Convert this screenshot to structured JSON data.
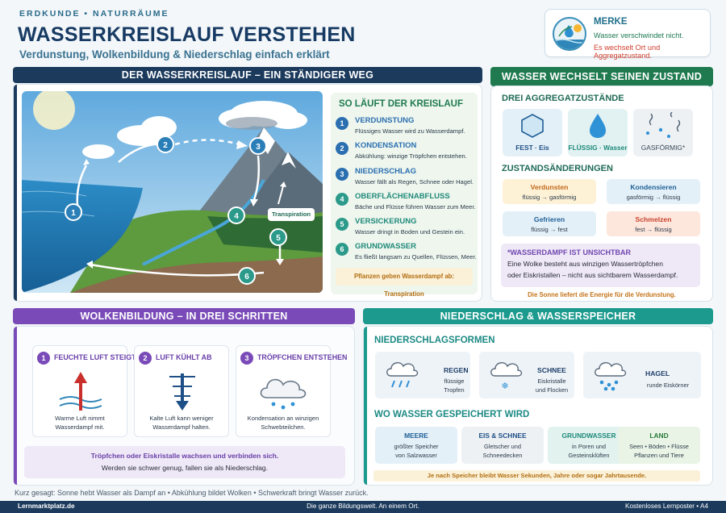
{
  "header": {
    "kicker": "ERDKUNDE • NATURRÄUME",
    "title": "WASSERKREISLAUF VERSTEHEN",
    "subtitle": "Verdunstung, Wolkenbildung & Niederschlag einfach erklärt"
  },
  "merke": {
    "title": "MERKE",
    "line1": "Wasser verschwindet nicht.",
    "line2": "Es wechselt Ort und Aggregatzustand.",
    "icon": "water-cycle-icon"
  },
  "colors": {
    "navy": "#1b3a5c",
    "green": "#1f7a4f",
    "purple": "#7a4bb8",
    "teal": "#1c9a8e"
  },
  "cycle": {
    "banner": "DER WASSERKREISLAUF – EIN STÄNDIGER WEG",
    "scene_label": "Transpiration",
    "steps_title": "SO LÄUFT DER KREISLAUF",
    "steps": [
      {
        "num": "1",
        "name": "VERDUNSTUNG",
        "desc": "Flüssiges Wasser wird zu Wasserdampf."
      },
      {
        "num": "2",
        "name": "KONDENSATION",
        "desc": "Abkühlung: winzige Tröpfchen entstehen."
      },
      {
        "num": "3",
        "name": "NIEDERSCHLAG",
        "desc": "Wasser fällt als Regen, Schnee oder Hagel."
      },
      {
        "num": "4",
        "name": "OBERFLÄCHENABFLUSS",
        "desc": "Bäche und Flüsse führen Wasser zum Meer."
      },
      {
        "num": "5",
        "name": "VERSICKERUNG",
        "desc": "Wasser dringt in Boden und Gestein ein."
      },
      {
        "num": "6",
        "name": "GRUNDWASSER",
        "desc": "Es fließt langsam zu Quellen, Flüssen, Meer."
      }
    ],
    "note": "Pflanzen geben Wasserdampf ab: Transpiration"
  },
  "states": {
    "banner": "WASSER WECHSELT SEINEN ZUSTAND",
    "heading": "DREI AGGREGATZUSTÄNDE",
    "cards": [
      {
        "label": "FEST · Eis"
      },
      {
        "label": "FLÜSSIG · Wasser"
      },
      {
        "label": "GASFÖRMIG*"
      }
    ],
    "changes_heading": "ZUSTANDSÄNDERUNGEN",
    "changes": [
      {
        "title": "Verdunsten",
        "sub": "flüssig → gasförmig"
      },
      {
        "title": "Kondensieren",
        "sub": "gasförmig → flüssig"
      },
      {
        "title": "Gefrieren",
        "sub": "flüssig → fest"
      },
      {
        "title": "Schmelzen",
        "sub": "fest → flüssig"
      }
    ],
    "wd_title": "*WASSERDAMPF IST UNSICHTBAR",
    "wd_line1": "Eine Wolke besteht aus winzigen Wassertröpfchen",
    "wd_line2": "oder Eiskristallen – nicht aus sichtbarem Wasserdampf.",
    "sun": "Die Sonne liefert die Energie für die Verdunstung."
  },
  "clouds": {
    "banner": "WOLKENBILDUNG – IN DREI SCHRITTEN",
    "steps": [
      {
        "num": "1",
        "title": "FEUCHTE LUFT STEIGT",
        "d1": "Warme Luft nimmt",
        "d2": "Wasserdampf mit."
      },
      {
        "num": "2",
        "title": "LUFT KÜHLT AB",
        "d1": "Kalte Luft kann weniger",
        "d2": "Wasserdampf halten."
      },
      {
        "num": "3",
        "title": "TRÖPFCHEN ENTSTEHEN",
        "d1": "Kondensation an winzigen",
        "d2": "Schwebteilchen."
      }
    ],
    "note1": "Tröpfchen oder Eiskristalle wachsen und verbinden sich.",
    "note2": "Werden sie schwer genug, fallen sie als Niederschlag.",
    "summary": "Kurz gesagt: Sonne hebt Wasser als Dampf an • Abkühlung bildet Wolken • Schwerkraft bringt Wasser zurück."
  },
  "precip": {
    "banner": "NIEDERSCHLAG & WASSERSPEICHER",
    "heading": "NIEDERSCHLAGSFORMEN",
    "forms": [
      {
        "name": "REGEN",
        "d1": "flüssige",
        "d2": "Tropfen"
      },
      {
        "name": "SCHNEE",
        "d1": "Eiskristalle",
        "d2": "und Flocken"
      },
      {
        "name": "HAGEL",
        "d1": "runde Eiskörner",
        "d2": ""
      }
    ],
    "storage_heading": "WO WASSER GESPEICHERT WIRD",
    "storage": [
      {
        "name": "MEERE",
        "d1": "größter Speicher",
        "d2": "von Salzwasser"
      },
      {
        "name": "EIS & SCHNEE",
        "d1": "Gletscher und",
        "d2": "Schneedecken"
      },
      {
        "name": "GRUNDWASSER",
        "d1": "in Poren und",
        "d2": "Gesteinsklüften"
      },
      {
        "name": "LAND",
        "d1": "Seen • Böden • Flüsse",
        "d2": "Pflanzen und Tiere"
      }
    ],
    "storage_note": "Je nach Speicher bleibt Wasser Sekunden, Jahre oder sogar Jahrtausende."
  },
  "footer": {
    "left": "Lernmarktplatz.de",
    "center": "Die ganze Bildungswelt. An einem Ort.",
    "right": "Kostenloses Lernposter • A4"
  }
}
